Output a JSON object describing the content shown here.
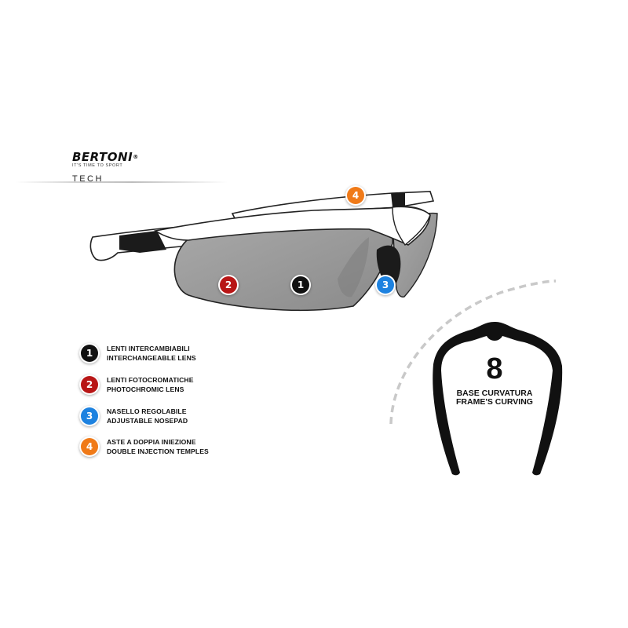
{
  "brand": {
    "name": "BERTONI",
    "registered": "®",
    "tagline": "IT'S TIME TO SPORT",
    "subtitle": "TECH"
  },
  "callouts": [
    {
      "number": "1",
      "color": "#111111"
    },
    {
      "number": "2",
      "color": "#b81616"
    },
    {
      "number": "3",
      "color": "#1d82e0"
    },
    {
      "number": "4",
      "color": "#f07a18"
    }
  ],
  "legend": [
    {
      "number": "1",
      "line1": "LENTI INTERCAMBIABILI",
      "line2": "INTERCHANGEABLE LENS"
    },
    {
      "number": "2",
      "line1": "LENTI FOTOCROMATICHE",
      "line2": "PHOTOCHROMIC LENS"
    },
    {
      "number": "3",
      "line1": "NASELLO REGOLABILE",
      "line2": "ADJUSTABLE NOSEPAD"
    },
    {
      "number": "4",
      "line1": "ASTE A DOPPIA INIEZIONE",
      "line2": "DOUBLE INJECTION TEMPLES"
    }
  ],
  "curvature": {
    "number": "8",
    "line1": "BASE CURVATURA",
    "line2": "FRAME'S CURVING"
  },
  "icons": [
    "glasses-illustration",
    "frame-top-view-icon"
  ]
}
